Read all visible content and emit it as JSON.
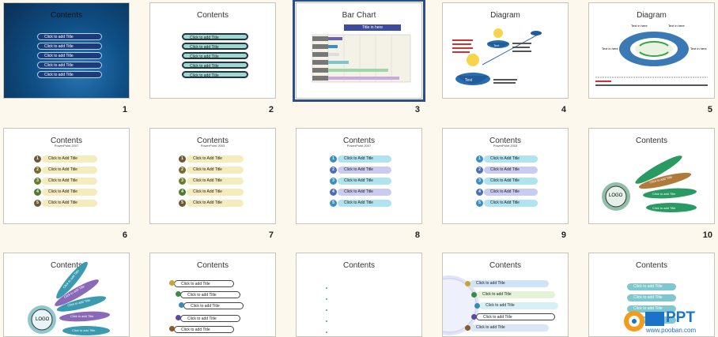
{
  "slides": [
    {
      "num": "1",
      "title": "Contents",
      "items": [
        "Click to add Title",
        "Click to add Title",
        "Click to add Title",
        "Click to add Title",
        "Click to add Title"
      ]
    },
    {
      "num": "2",
      "title": "Contents",
      "items": [
        "Click to add Title",
        "Click to add Title",
        "Click to add Title",
        "Click to add Title",
        "Click to add Title"
      ]
    },
    {
      "num": "3",
      "title": "Bar Chart",
      "header": "Title in here"
    },
    {
      "num": "4",
      "title": "Diagram",
      "labels": [
        "Text",
        "Text"
      ]
    },
    {
      "num": "5",
      "title": "Diagram",
      "labels": [
        "Text in here",
        "Text in here",
        "Text in here",
        "Text in here"
      ]
    },
    {
      "num": "6",
      "title": "Contents",
      "subtitle": "PowerPoint 2007",
      "items": [
        "Click to Add Title",
        "Click to Add Title",
        "Click to Add Title",
        "Click to Add Title",
        "Click to Add Title"
      ]
    },
    {
      "num": "7",
      "title": "Contents",
      "subtitle": "PowerPoint 2003",
      "items": [
        "Click to Add Title",
        "Click to Add Title",
        "Click to Add Title",
        "Click to Add Title",
        "Click to Add Title"
      ]
    },
    {
      "num": "8",
      "title": "Contents",
      "subtitle": "PowerPoint 2007",
      "items": [
        "Click to Add Title",
        "Click to Add Title",
        "Click to Add Title",
        "Click to Add Title",
        "Click to Add Title"
      ]
    },
    {
      "num": "9",
      "title": "Contents",
      "subtitle": "PowerPoint 2003",
      "items": [
        "Click to Add Title",
        "Click to Add Title",
        "Click to Add Title",
        "Click to Add Title",
        "Click to Add Title"
      ]
    },
    {
      "num": "10",
      "title": "Contents",
      "logo": "LOGO",
      "items": [
        "Click to add Title",
        "Click to add Title",
        "Click to add Title",
        "Click to add Title"
      ]
    },
    {
      "num": "",
      "title": "Contents",
      "logo": "LOGO",
      "items": [
        "Click to add Title",
        "Click to add Title",
        "Click to add Title",
        "Click to add Title",
        "Click to add Title"
      ]
    },
    {
      "num": "",
      "title": "Contents",
      "items": [
        "Click to add Title",
        "Click to add Title",
        "Click to add Title",
        "Click to add Title",
        "Click to add Title"
      ]
    },
    {
      "num": "",
      "title": "Contents"
    },
    {
      "num": "",
      "title": "Contents",
      "items": [
        "Click to add Title",
        "Click to add Title",
        "Click to add Title",
        "Click to add Title",
        "Click to add Title"
      ]
    },
    {
      "num": "",
      "title": "Contents",
      "items": [
        "Click to add Title",
        "Click to add Title",
        "Click to add Title",
        "Click to add Title"
      ]
    }
  ],
  "watermark": {
    "brand": "PPT",
    "url": "www.pooban.com"
  },
  "colors": {
    "accent": "#2a4f8a",
    "badge_orange": "#f29b1c"
  }
}
